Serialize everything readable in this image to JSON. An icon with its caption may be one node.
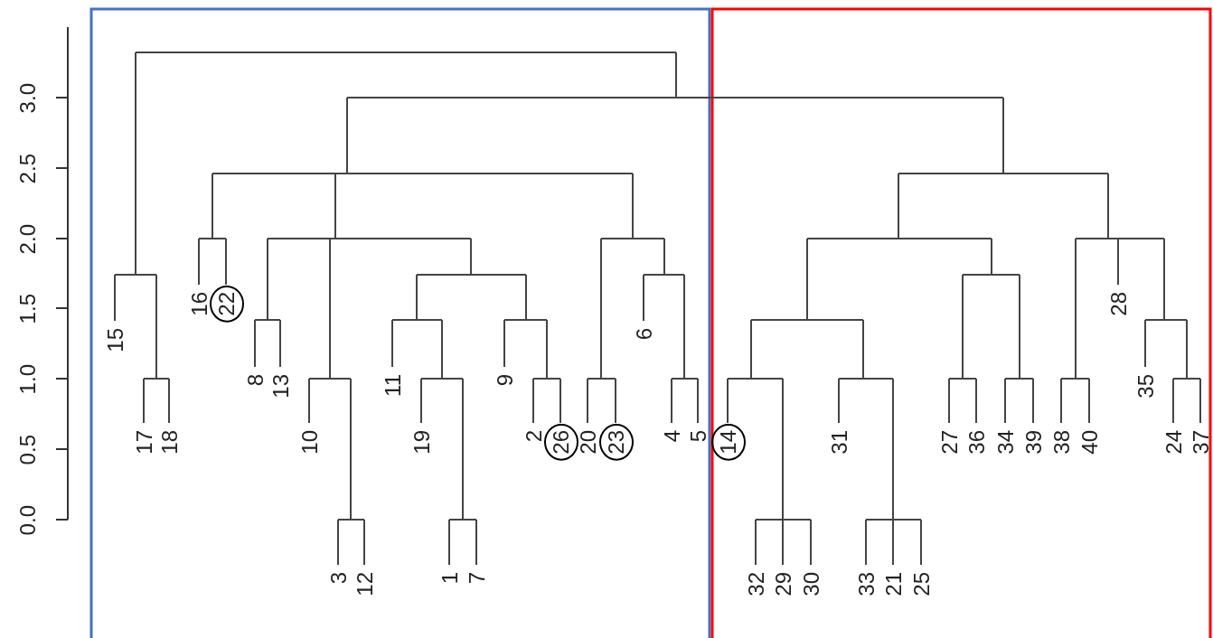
{
  "diagram": {
    "labels": [
      "0.0",
      "0.5",
      "1.0",
      "1.5",
      "2.0",
      "2.5",
      "3.0",
      "15",
      "17",
      "18",
      "16",
      "22",
      "8",
      "13",
      "10",
      "3",
      "12",
      "11",
      "19",
      "1",
      "7",
      "9",
      "2",
      "26",
      "20",
      "23",
      "6",
      "4",
      "5",
      "14",
      "32",
      "29",
      "30",
      "31",
      "33",
      "21",
      "25",
      "27",
      "36",
      "34",
      "39",
      "38",
      "40",
      "28",
      "35",
      "24",
      "37"
    ]
  }
}
